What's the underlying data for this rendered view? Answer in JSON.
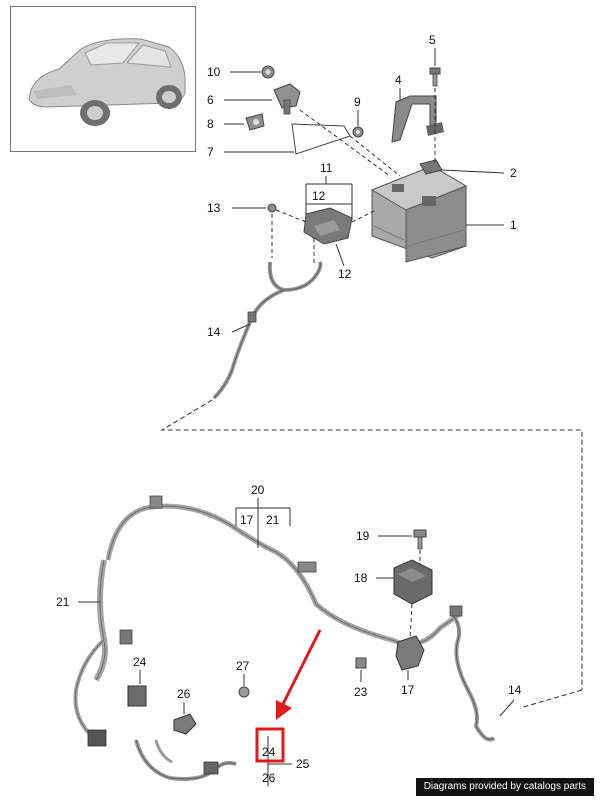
{
  "credit": "Diagrams provided by catalogs parts",
  "thumbnail": "car-thumbnail",
  "callouts": {
    "c1": "1",
    "c2": "2",
    "c4": "4",
    "c5": "5",
    "c6": "6",
    "c7": "7",
    "c8": "8",
    "c9": "9",
    "c10": "10",
    "c11": "11",
    "c12a": "12",
    "c12b": "12",
    "c13": "13",
    "c14a": "14",
    "c14b": "14",
    "c17a": "17",
    "c17b": "17",
    "c18": "18",
    "c19": "19",
    "c20": "20",
    "c21a": "21",
    "c21b": "21",
    "c23": "23",
    "c24a": "24",
    "c24b": "24",
    "c25": "25",
    "c26a": "26",
    "c26b": "26",
    "c27": "27"
  },
  "highlight": {
    "color": "#e01b1b",
    "target": "24"
  },
  "colors": {
    "line": "#333333",
    "part": "#9a9a9a",
    "part_dark": "#5e5e5e",
    "highlight": "#e01b1b"
  }
}
